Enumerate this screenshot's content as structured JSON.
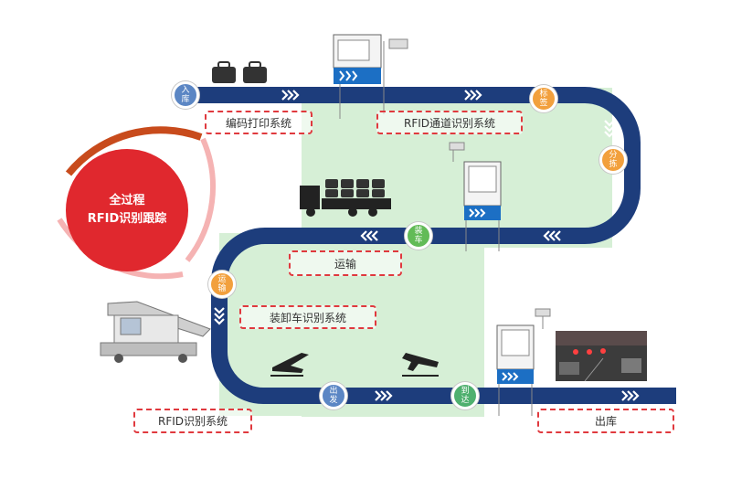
{
  "badge": {
    "line1": "全过程",
    "line2": "RFID识别跟踪"
  },
  "nodes": {
    "inbound": [
      "入",
      "库"
    ],
    "label": [
      "标",
      "签"
    ],
    "sort": [
      "分",
      "拣"
    ],
    "load": [
      "装",
      "车"
    ],
    "transport": [
      "运",
      "输"
    ],
    "depart": [
      "出",
      "发"
    ],
    "arrive": [
      "到",
      "达"
    ]
  },
  "labels": {
    "encode_print": "编码打印系统",
    "rfid_channel": "RFID通道识别系统",
    "transport": "运输",
    "loader": "装卸车识别系统",
    "rfid_system": "RFID识别系统",
    "outbound": "出库"
  },
  "colors": {
    "track": "#1d3d7c",
    "chevron": "#ffffff",
    "zone": "#d6efd6",
    "accent_red": "#e0282e",
    "node_blue": "#5b86c4",
    "node_orange": "#f2a03d",
    "node_green": "#62bb57",
    "node_green2": "#4fb06f"
  },
  "icons": [
    "luggage-icon",
    "printer-gate-icon",
    "rfid-reader-icon",
    "truck-icon",
    "loader-vehicle-icon",
    "airplane-takeoff-icon",
    "airplane-landing-icon",
    "warehouse-photo-icon"
  ]
}
